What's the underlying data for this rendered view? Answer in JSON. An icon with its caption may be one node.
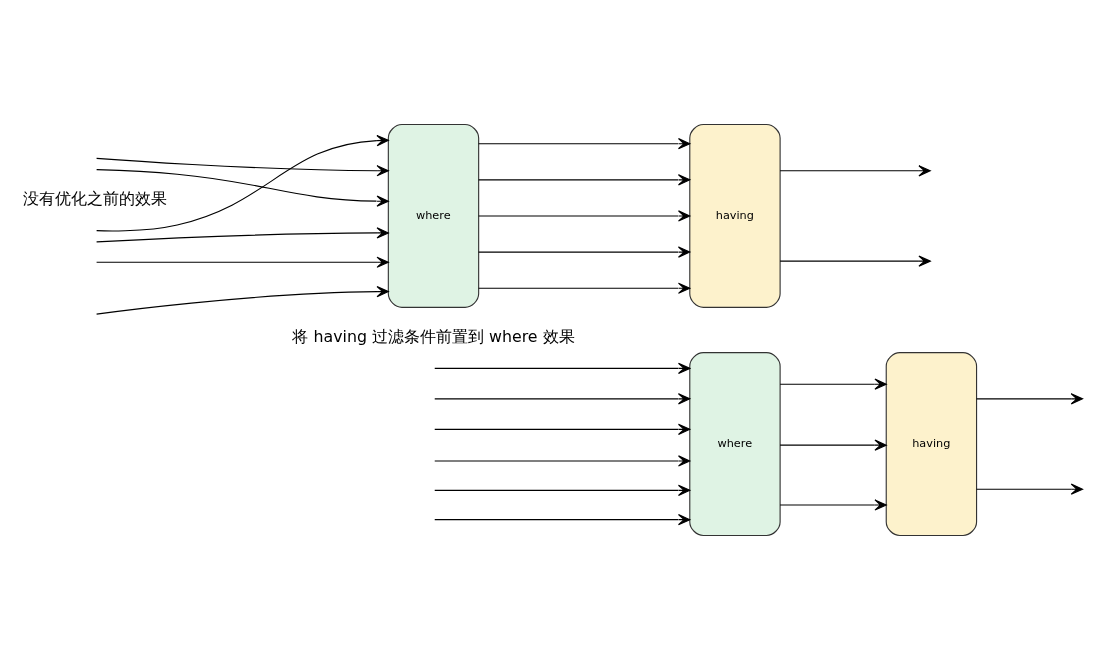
{
  "diagram": {
    "nodes": [
      {
        "text": [
          "where"
        ]
      },
      {
        "text": [
          "having"
        ]
      },
      {
        "text": [
          "where"
        ]
      },
      {
        "text": [
          "having"
        ]
      }
    ],
    "edges": [
      {
        "from": null,
        "to": 0,
        "arrow": "to"
      },
      {
        "from": null,
        "to": 0,
        "arrow": "to"
      },
      {
        "from": null,
        "to": 0,
        "arrow": "to"
      },
      {
        "from": null,
        "to": 0,
        "arrow": "to"
      },
      {
        "from": null,
        "to": 0,
        "arrow": "to"
      },
      {
        "from": null,
        "to": 0,
        "arrow": "to"
      },
      {
        "from": 0,
        "to": 1,
        "arrow": "to"
      },
      {
        "from": 0,
        "to": 1,
        "arrow": "to"
      },
      {
        "from": 0,
        "to": 1,
        "arrow": "to"
      },
      {
        "from": 0,
        "to": 1,
        "arrow": "to"
      },
      {
        "from": 0,
        "to": 1,
        "arrow": "to"
      },
      {
        "from": 1,
        "to": null,
        "arrow": "to"
      },
      {
        "from": 1,
        "to": null,
        "arrow": "to"
      },
      {
        "from": null,
        "to": 2,
        "arrow": "to"
      },
      {
        "from": null,
        "to": 2,
        "arrow": "to"
      },
      {
        "from": null,
        "to": 2,
        "arrow": "to"
      },
      {
        "from": null,
        "to": 2,
        "arrow": "to"
      },
      {
        "from": null,
        "to": 2,
        "arrow": "to"
      },
      {
        "from": null,
        "to": 2,
        "arrow": "to"
      },
      {
        "from": 2,
        "to": 3,
        "arrow": "to"
      },
      {
        "from": 2,
        "to": 3,
        "arrow": "to"
      },
      {
        "from": 2,
        "to": 3,
        "arrow": "to"
      },
      {
        "from": 3,
        "to": null,
        "arrow": "to"
      },
      {
        "from": 3,
        "to": null,
        "arrow": "to"
      }
    ],
    "labels": [
      "没有优化之前的效果",
      "将 having 过滤条件前置到 where 效果"
    ]
  }
}
